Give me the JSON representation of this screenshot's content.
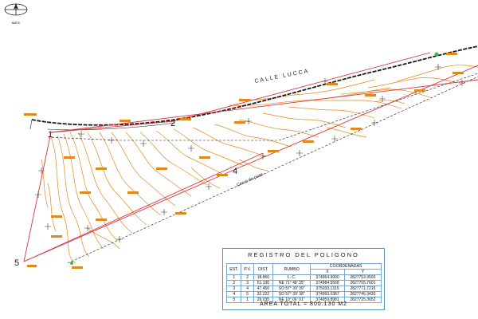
{
  "north": {
    "label": "NORTE"
  },
  "streets": {
    "street_name": "CALLE LUCCA",
    "fence_label": "Cerco de puas"
  },
  "vertices": [
    {
      "id": "v1",
      "label": "1"
    },
    {
      "id": "v2",
      "label": "2"
    },
    {
      "id": "v4",
      "label": "4"
    },
    {
      "id": "v5",
      "label": "5"
    }
  ],
  "registry": {
    "title": "REGISTRO  DEL  POLIGONO",
    "headers": {
      "est": "EST.",
      "pv": "P.V.",
      "dist": "DIST.",
      "rumbo": "RUMBO",
      "coord": "COORDENADAS",
      "x": "X",
      "y": "Y"
    },
    "rows": [
      {
        "est": "1",
        "pv": "2",
        "dist": "18.860",
        "rumbo": "L. C.",
        "x": "374964.9900",
        "y": "2827753.9500"
      },
      {
        "est": "2",
        "pv": "3",
        "dist": "51.130",
        "rumbo": "NE 71° 48' 35\"",
        "x": "374984.5568",
        "y": "2827755.7601"
      },
      {
        "est": "3",
        "pv": "4",
        "dist": "47.450",
        "rumbo": "SO 57° 39' 39\"",
        "x": "375033.1315",
        "y": "2827771.7216"
      },
      {
        "est": "4",
        "pv": "5",
        "dist": "32.222",
        "rumbo": "SO 57° 39' 38\"",
        "x": "374993.0387",
        "y": "2827746.3430"
      },
      {
        "est": "5",
        "pv": "1",
        "dist": "29.035",
        "rumbo": "NE 10° 06' 01\"",
        "x": "374959.8981",
        "y": "2827725.3652"
      }
    ],
    "total": "AREA TOTAL = 800.130 M2"
  },
  "colors": {
    "contour": "#e08a1e",
    "boundary": "#d9363e",
    "ink": "#1a1a1a",
    "table_border": "#5b8fb5",
    "highlight_green": "#3bb54a"
  }
}
